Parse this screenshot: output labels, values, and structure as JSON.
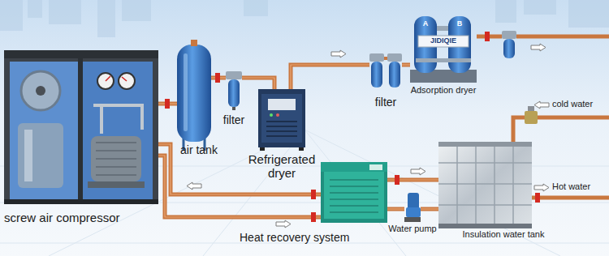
{
  "diagram": {
    "nodes": [
      {
        "text": [
          "screw air compressor"
        ]
      },
      {
        "text": [
          "air tank"
        ]
      },
      {
        "text": [
          "filter"
        ]
      },
      {
        "text": [
          "Refrigerated dryer"
        ]
      },
      {
        "text": [
          "filter"
        ]
      },
      {
        "text": [
          "Adsorption dryer"
        ]
      },
      {
        "text": [
          "Heat recovery system"
        ]
      },
      {
        "text": [
          "Water pump"
        ]
      },
      {
        "text": [
          "Insulation water tank"
        ]
      }
    ],
    "edges": [
      {
        "from": 0,
        "to": 1,
        "arrow": "none"
      },
      {
        "from": 1,
        "to": 2,
        "arrow": "none"
      },
      {
        "from": 2,
        "to": 3,
        "arrow": "none"
      },
      {
        "from": 3,
        "to": 4,
        "arrow": "none"
      },
      {
        "from": 4,
        "to": 5,
        "arrow": "none"
      },
      {
        "from": 6,
        "to": 0,
        "arrow": "none"
      },
      {
        "from": 0,
        "to": 6,
        "arrow": "none"
      },
      {
        "from": 6,
        "to": 8,
        "arrow": "none"
      },
      {
        "from": 8,
        "to": 7,
        "arrow": "none"
      },
      {
        "from": 7,
        "to": 6,
        "arrow": "none"
      }
    ],
    "labels": [
      "JIDIQIE",
      "A",
      "B",
      "cold water",
      "Hot water"
    ]
  }
}
